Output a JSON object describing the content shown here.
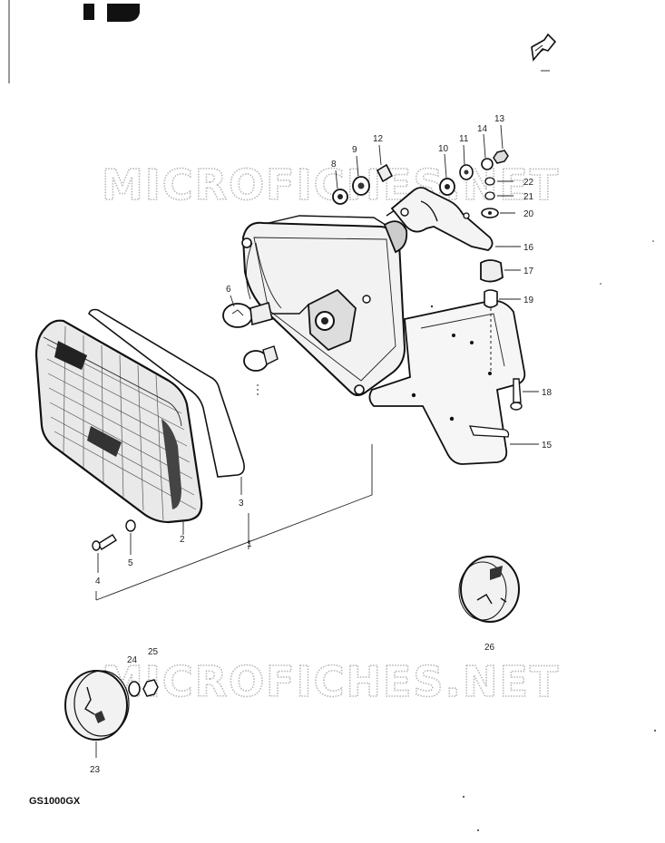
{
  "diagram": {
    "model_label": "GS1000GX",
    "watermarks": [
      "MICROFICHES.NET",
      "MICROFICHES.NET"
    ],
    "callouts": [
      {
        "id": "c1",
        "label": "1"
      },
      {
        "id": "c2",
        "label": "2"
      },
      {
        "id": "c3",
        "label": "3"
      },
      {
        "id": "c4",
        "label": "4"
      },
      {
        "id": "c5",
        "label": "5"
      },
      {
        "id": "c6",
        "label": "6"
      },
      {
        "id": "c8",
        "label": "8"
      },
      {
        "id": "c9",
        "label": "9"
      },
      {
        "id": "c10",
        "label": "10"
      },
      {
        "id": "c11",
        "label": "11"
      },
      {
        "id": "c12",
        "label": "12"
      },
      {
        "id": "c13",
        "label": "13"
      },
      {
        "id": "c14",
        "label": "14"
      },
      {
        "id": "c15",
        "label": "15"
      },
      {
        "id": "c16",
        "label": "16"
      },
      {
        "id": "c17",
        "label": "17"
      },
      {
        "id": "c18",
        "label": "18"
      },
      {
        "id": "c19",
        "label": "19"
      },
      {
        "id": "c20",
        "label": "20"
      },
      {
        "id": "c21",
        "label": "21"
      },
      {
        "id": "c22",
        "label": "22"
      },
      {
        "id": "c23",
        "label": "23"
      },
      {
        "id": "c24",
        "label": "24"
      },
      {
        "id": "c25",
        "label": "25"
      },
      {
        "id": "c26",
        "label": "26"
      }
    ]
  }
}
